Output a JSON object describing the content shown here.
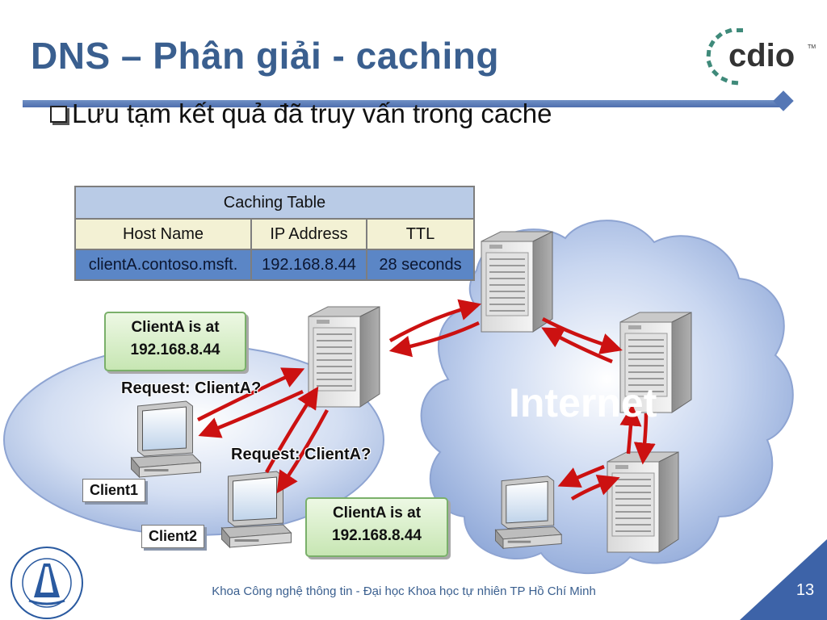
{
  "slide": {
    "title": "DNS – Phân giải - caching",
    "bullet": "Lưu tạm kết quả đã truy vấn trong cache",
    "logo_text": "cdio",
    "logo_tm": "TM"
  },
  "caching_table": {
    "title": "Caching Table",
    "headers": [
      "Host Name",
      "IP Address",
      "TTL"
    ],
    "row": [
      "clientA.contoso.msft.",
      "192.168.8.44",
      "28 seconds"
    ]
  },
  "diagram": {
    "cloud_label": "Internet",
    "answer_top": [
      "ClientA is at",
      "192.168.8.44"
    ],
    "answer_bottom": [
      "ClientA is at",
      "192.168.8.44"
    ],
    "request_1": "Request: ClientA?",
    "request_2": "Request: ClientA?",
    "client1": "Client1",
    "client2": "Client2",
    "arrow_color": "#cc1111",
    "cloud_color": "#a9bde6"
  },
  "footer": {
    "text": "Khoa Công nghệ thông tin - Đại học Khoa học tự nhiên TP Hồ Chí Minh",
    "page": "13",
    "accent": "#3d63a8"
  }
}
